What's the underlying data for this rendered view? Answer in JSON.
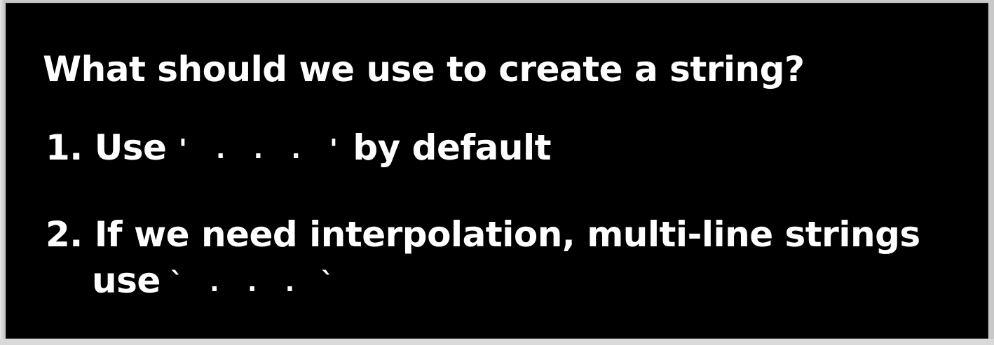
{
  "slide": {
    "title": "What should we use to create a string?",
    "items": [
      {
        "prefix": "1. Use",
        "code": "' . . . '",
        "suffix": "by default"
      },
      {
        "line1": "2. If we need interpolation, multi-line strings",
        "line2_prefix": "use",
        "code": "` . . . `"
      }
    ]
  },
  "colors": {
    "background": "#000000",
    "text": "#ffffff"
  }
}
